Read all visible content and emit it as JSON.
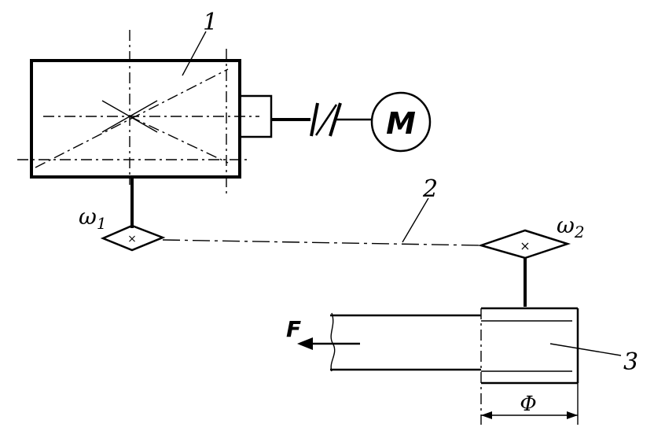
{
  "labels": {
    "reducer": "1",
    "chain": "2",
    "drum": "3",
    "motor": "M",
    "omega1_base": "ω",
    "omega1_sub": "1",
    "omega2_base": "ω",
    "omega2_sub": "2",
    "force": "F",
    "diameter": "Φ"
  }
}
